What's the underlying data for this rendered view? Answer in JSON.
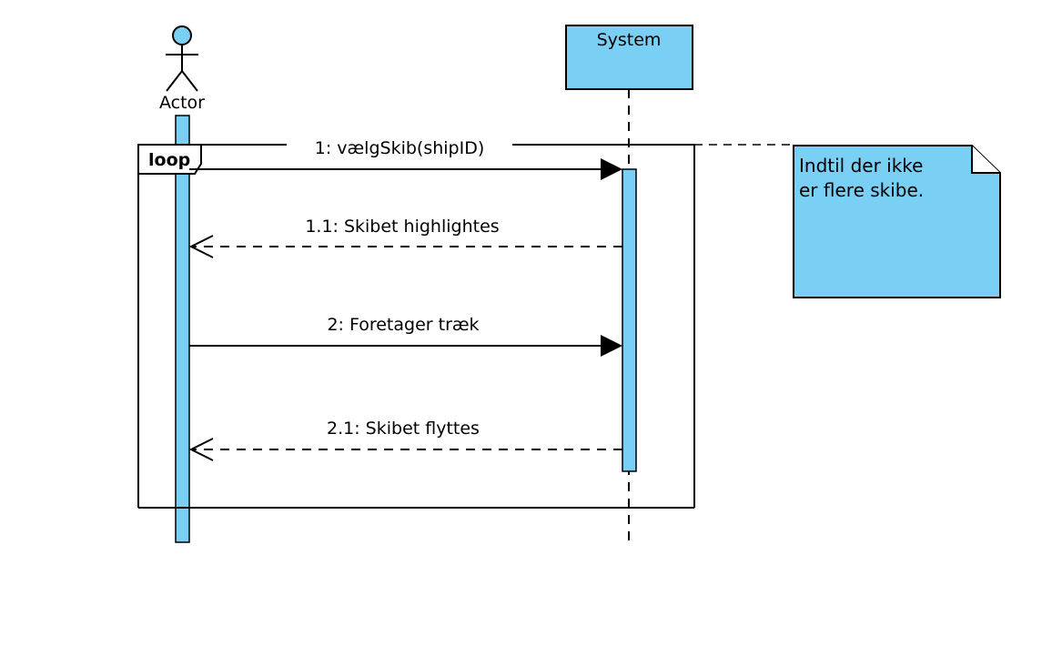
{
  "diagram": {
    "actor": {
      "label": "Actor"
    },
    "system": {
      "label": "System"
    },
    "fragment": {
      "operator": "loop"
    },
    "messages": [
      {
        "label": "1: vælgSkib(shipID)",
        "kind": "sync"
      },
      {
        "label": "1.1: Skibet highlightes",
        "kind": "return"
      },
      {
        "label": "2: Foretager træk",
        "kind": "sync"
      },
      {
        "label": "2.1: Skibet flyttes",
        "kind": "return"
      }
    ],
    "note": {
      "lines": [
        "Indtil der ikke",
        "er flere skibe."
      ]
    },
    "colors": {
      "fill": "#7ACFF5",
      "stroke": "#000000",
      "background": "#FFFFFF"
    }
  }
}
